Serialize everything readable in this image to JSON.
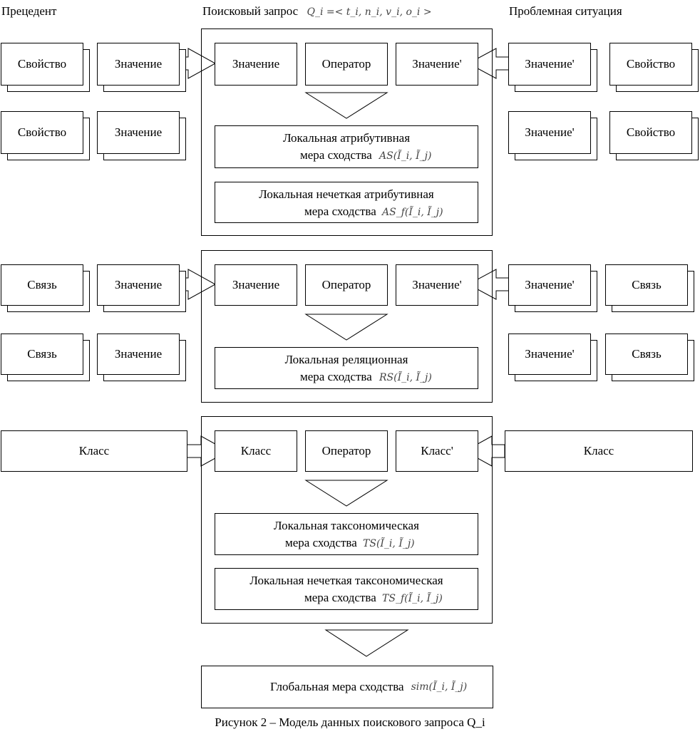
{
  "headers": {
    "precedent": "Прецедент",
    "query": "Поисковый запрос",
    "query_formula": "Q_i =< t_i, n_i, v_i, o_i >",
    "problem": "Проблемная ситуация"
  },
  "attr_block": {
    "left_row1": [
      "Свойство",
      "Значение"
    ],
    "left_row2": [
      "Свойство",
      "Значение"
    ],
    "center": [
      "Значение",
      "Оператор",
      "Значение'"
    ],
    "right_row1": [
      "Значение'",
      "Свойство"
    ],
    "right_row2": [
      "Значение'",
      "Свойство"
    ],
    "measure1_line1": "Локальная атрибутивная",
    "measure1_line2": "мера сходства",
    "measure1_formula": "AS(Ĩ_i, Ĩ_j)",
    "measure2_line1": "Локальная нечеткая атрибутивная",
    "measure2_line2": "мера сходства",
    "measure2_formula": "AS_f(Ĩ_i, Ĩ_j)"
  },
  "rel_block": {
    "left_row1": [
      "Связь",
      "Значение"
    ],
    "left_row2": [
      "Связь",
      "Значение"
    ],
    "center": [
      "Значение",
      "Оператор",
      "Значение'"
    ],
    "right_row1": [
      "Значение'",
      "Связь"
    ],
    "right_row2": [
      "Значение'",
      "Связь"
    ],
    "measure1_line1": "Локальная реляционная",
    "measure1_line2": "мера сходства",
    "measure1_formula": "RS(Ĩ_i, Ĩ_j)"
  },
  "class_block": {
    "left": "Класс",
    "center": [
      "Класс",
      "Оператор",
      "Класс'"
    ],
    "right": "Класс",
    "measure1_line1": "Локальная таксономическая",
    "measure1_line2": "мера сходства",
    "measure1_formula": "TS(Ĩ_i, Ĩ_j)",
    "measure2_line1": "Локальная нечеткая таксономическая",
    "measure2_line2": "мера сходства",
    "measure2_formula": "TS_f(Ĩ_i, Ĩ_j)"
  },
  "global": {
    "label": "Глобальная мера сходства",
    "formula": "sim(Ĩ_i, Ĩ_j)"
  },
  "caption": "Рисунок 2 – Модель данных поискового запроса Q_i"
}
